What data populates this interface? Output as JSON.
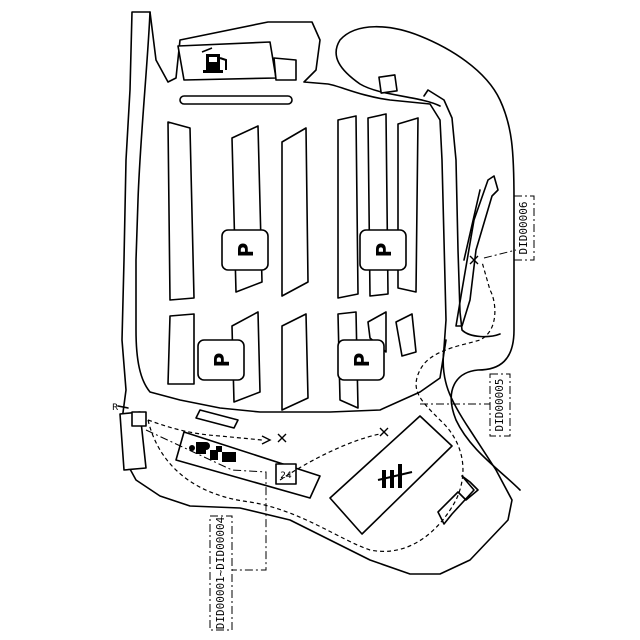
{
  "labels": {
    "did_entrance": "DID00001~DID00004",
    "did_restaurant": "DID00005",
    "did_ramp": "DID00006",
    "r_mark": "R",
    "store_24h": "24"
  },
  "parking_symbol": "P",
  "parking_signs": [
    {
      "name": "parking-sign-1"
    },
    {
      "name": "parking-sign-2"
    },
    {
      "name": "parking-sign-3"
    },
    {
      "name": "parking-sign-4"
    }
  ],
  "icons": {
    "gas": "gas-station-icon",
    "restroom": "restroom-icon",
    "restaurant": "restaurant-icon",
    "store": "convenience-store-icon"
  }
}
